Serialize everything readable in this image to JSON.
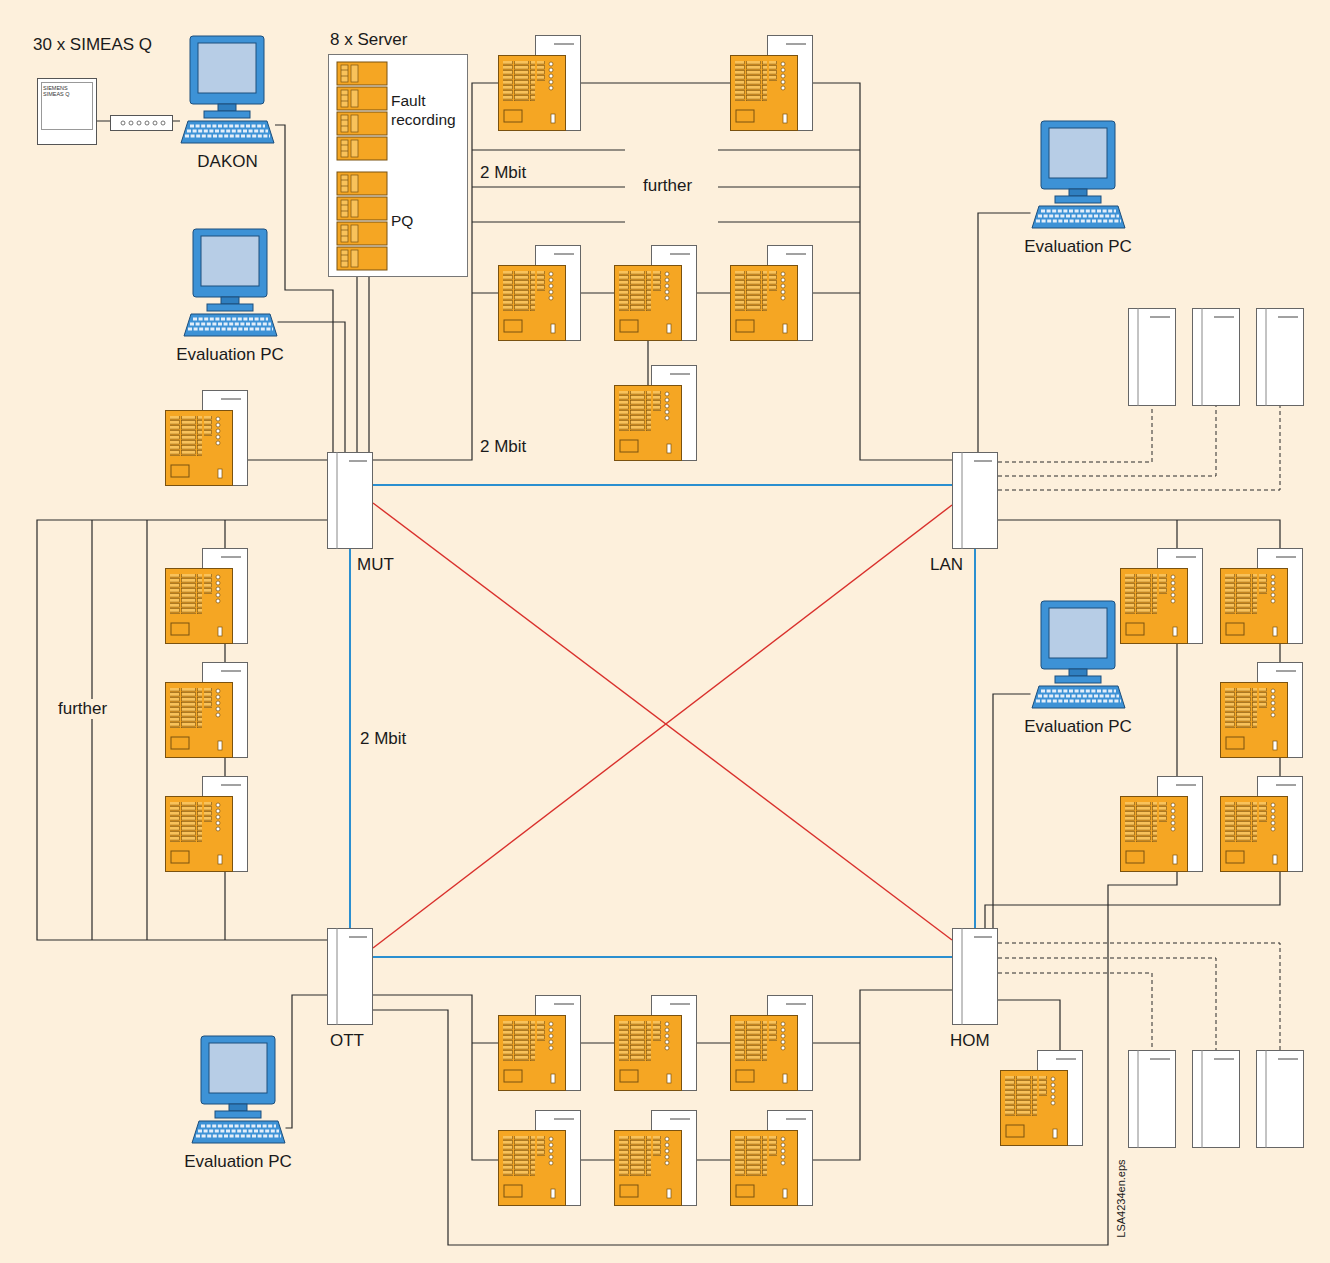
{
  "diagram": {
    "nodes": [
      {
        "text": [
          "30 x SIMEAS Q",
          "SIEMENS SIMEAS Q"
        ]
      },
      {
        "text": [
          "DAKON"
        ]
      },
      {
        "text": [
          "8 x Server"
        ]
      },
      {
        "text": [
          "Fault recording"
        ],
        "in": 2
      },
      {
        "text": [
          "PQ"
        ],
        "in": 2
      },
      {
        "text": [
          "Evaluation PC"
        ]
      },
      {
        "text": [
          "MUT"
        ]
      },
      {
        "text": [
          "LAN"
        ]
      },
      {
        "text": [
          "Evaluation PC"
        ]
      },
      {
        "text": [
          "Evaluation PC"
        ]
      },
      {
        "text": [
          "OTT"
        ]
      },
      {
        "text": [
          "HOM"
        ]
      },
      {
        "text": [
          "Evaluation PC"
        ]
      }
    ],
    "edges": [
      {
        "from": 0,
        "to": 1,
        "arrow": "none"
      },
      {
        "from": 1,
        "to": 6,
        "arrow": "none"
      },
      {
        "from": 3,
        "to": 6,
        "arrow": "none"
      },
      {
        "from": 4,
        "to": 6,
        "arrow": "none"
      },
      {
        "from": 5,
        "to": 6,
        "arrow": "none"
      },
      {
        "from": 6,
        "to": 7,
        "arrow": "none"
      },
      {
        "from": 6,
        "to": 10,
        "label": "2 Mbit",
        "arrow": "none"
      },
      {
        "from": 7,
        "to": 11,
        "arrow": "none"
      },
      {
        "from": 10,
        "to": 11,
        "arrow": "none"
      },
      {
        "from": 6,
        "to": 11,
        "arrow": "none"
      },
      {
        "from": 7,
        "to": 10,
        "arrow": "none"
      },
      {
        "from": 8,
        "to": 7,
        "arrow": "none"
      },
      {
        "from": 9,
        "to": 11,
        "arrow": "none"
      },
      {
        "from": 12,
        "to": 10,
        "arrow": "none"
      }
    ],
    "labels": [
      "2 Mbit",
      "further",
      "2 Mbit",
      "further",
      "LSA4234en.eps"
    ]
  }
}
